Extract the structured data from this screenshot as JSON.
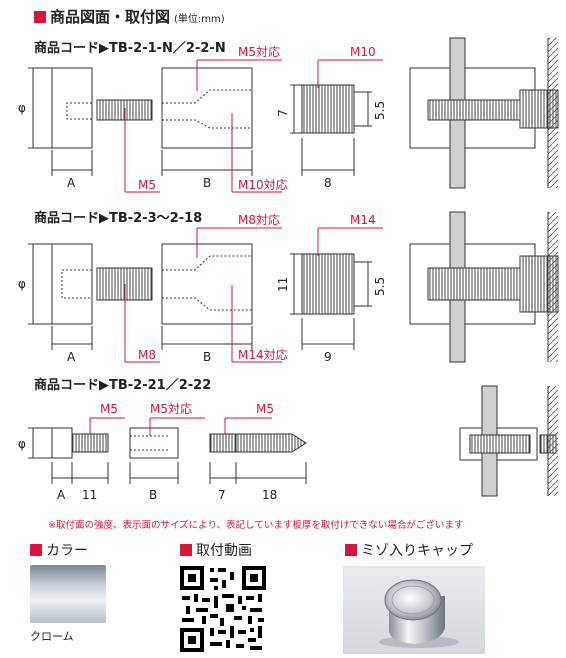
{
  "header": {
    "title": "商品図面・取付図",
    "unit": "(単位:mm)"
  },
  "rows": [
    {
      "code": "商品コード▶TB-2-1-N／2-2-N",
      "labels": {
        "phi": "φ",
        "a": "A",
        "b": "B",
        "m5": "M5",
        "m5_taio": "M5対応",
        "m10": "M10",
        "m10_taio": "M10対応",
        "seven": "7",
        "five5": "5.5",
        "eight": "8"
      }
    },
    {
      "code": "商品コード▶TB-2-3〜2-18",
      "labels": {
        "phi": "φ",
        "a": "A",
        "b": "B",
        "m8": "M8",
        "m8_taio": "M8対応",
        "m14": "M14",
        "m14_taio": "M14対応",
        "eleven": "11",
        "five5": "5.5",
        "nine": "9"
      }
    },
    {
      "code": "商品コード▶TB-2-21／2-22",
      "labels": {
        "phi": "φ",
        "a": "A",
        "eleven": "11",
        "b": "B",
        "seven": "7",
        "eighteen": "18",
        "m5_left": "M5",
        "m5_taio": "M5対応",
        "m5_right": "M5"
      }
    }
  ],
  "note": "※取付面の強度、表示面のサイズにより、表記しています板厚を取付けできない場合がございます",
  "sections": {
    "color": {
      "title": "カラー",
      "caption": "クローム"
    },
    "video": {
      "title": "取付動画"
    },
    "cap": {
      "title": "ミゾ入りキャップ"
    }
  },
  "colors": {
    "accent": "#d6163c",
    "line": "#333333",
    "plate": "#cfcfcf"
  }
}
